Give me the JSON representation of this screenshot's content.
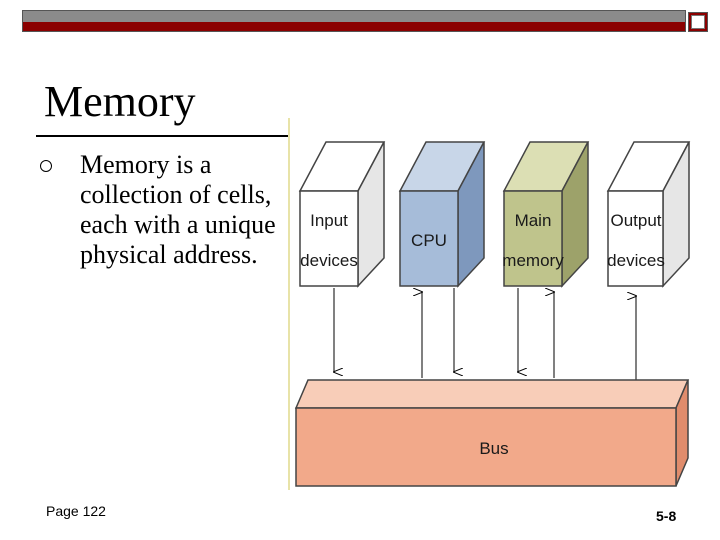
{
  "slide": {
    "title": "Memory",
    "bullet": "Memory is a collection of cells, each with a unique physical address.",
    "page_ref": "Page 122",
    "slide_number": "5-8"
  },
  "diagram": {
    "boxes": [
      {
        "line1": "Input",
        "line2": "devices",
        "color": "#ffffff"
      },
      {
        "line1": "CPU",
        "line2": "",
        "color": "#a6bcd9"
      },
      {
        "line1": "Main",
        "line2": "memory",
        "color": "#bfc48c"
      },
      {
        "line1": "Output",
        "line2": "devices",
        "color": "#ffffff"
      }
    ],
    "bus_label": "Bus",
    "bus_color": "#f2a98a",
    "accent_red": "#8b0000"
  }
}
